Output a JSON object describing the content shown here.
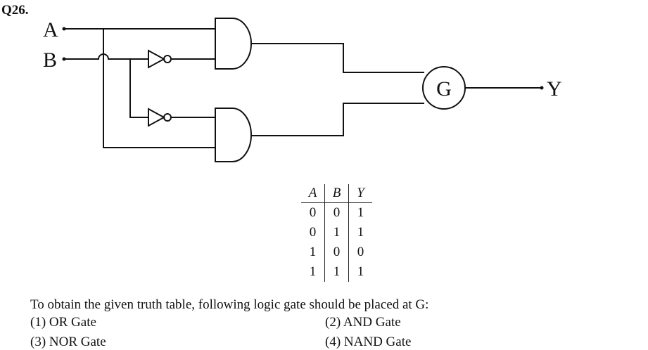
{
  "question": {
    "number": "Q26.",
    "text": "To obtain the given truth table, following logic gate should be placed at G:",
    "options": [
      "(1) OR Gate",
      "(2) AND Gate",
      "(3) NOR Gate",
      "(4) NAND Gate"
    ]
  },
  "circuit": {
    "input_a": "A",
    "input_b": "B",
    "gate_label": "G",
    "output_label": "Y"
  },
  "truth_table": {
    "headers": [
      "A",
      "B",
      "Y"
    ],
    "rows": [
      [
        "0",
        "0",
        "1"
      ],
      [
        "0",
        "1",
        "1"
      ],
      [
        "1",
        "0",
        "0"
      ],
      [
        "1",
        "1",
        "1"
      ]
    ]
  }
}
